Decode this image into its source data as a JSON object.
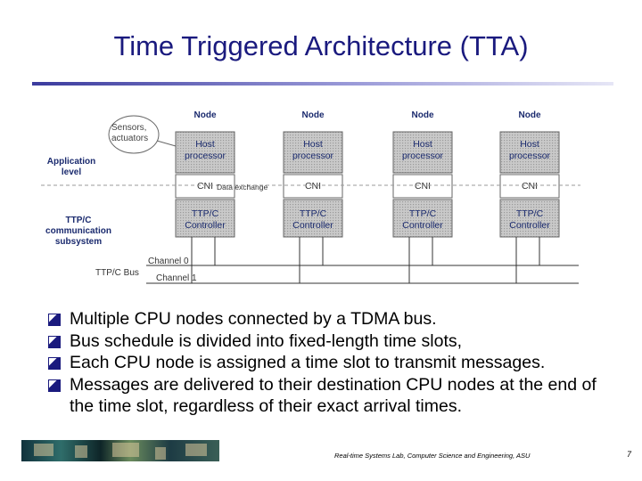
{
  "title": "Time Triggered Architecture (TTA)",
  "diagram": {
    "node_label": "Node",
    "host_processor_label": [
      "Host",
      "processor"
    ],
    "cni_label": "CNI",
    "controller_label": [
      "TTP/C",
      "Controller"
    ],
    "sensors_label": [
      "Sensors,",
      "actuators"
    ],
    "application_level_label": [
      "Application",
      "level"
    ],
    "ttpc_subsystem_label": [
      "TTP/C",
      "communication",
      "subsystem"
    ],
    "data_exchange_label": "Data exchange",
    "channel0_label": "Channel 0",
    "channel1_label": "Channel 1",
    "bus_label": "TTP/C Bus"
  },
  "bullets": [
    "Multiple CPU nodes connected by a TDMA bus.",
    "Bus schedule is divided into fixed-length time slots,",
    "Each CPU node is assigned a time slot to transmit messages.",
    "Messages are delivered to their destination CPU nodes at the end of the time slot, regardless of their exact arrival times."
  ],
  "footer": {
    "text": "Real-time Systems Lab, Computer Science and Engineering, ASU",
    "page_number": "7"
  }
}
